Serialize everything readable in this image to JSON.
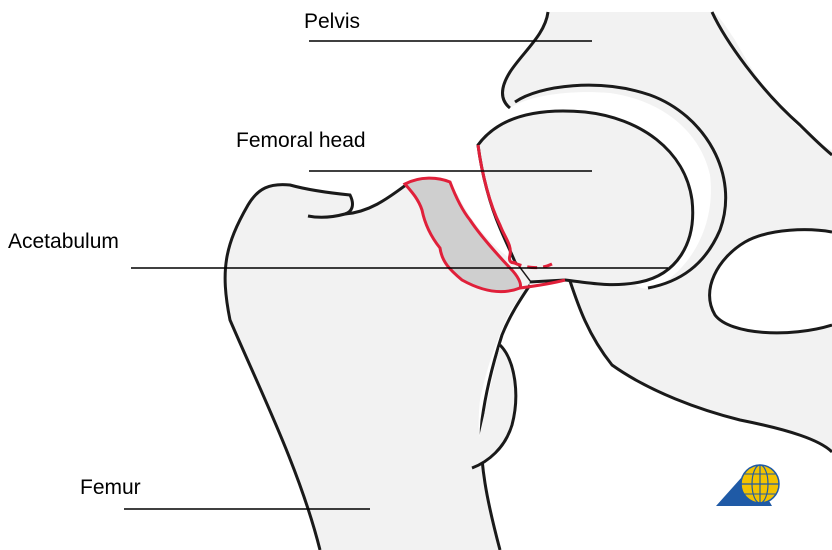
{
  "labels": {
    "pelvis": "Pelvis",
    "femoral_head": "Femoral head",
    "acetabulum": "Acetabulum",
    "femur": "Femur"
  },
  "colors": {
    "bone_fill": "#f2f2f2",
    "outline": "#1a1a1a",
    "fracture_line": "#e0203a",
    "fragment_fill": "#cfcfcf",
    "logo_blue": "#1f5aa6",
    "logo_gold": "#f2c200"
  },
  "icons": {
    "logo": "triangle-globe-logo"
  }
}
